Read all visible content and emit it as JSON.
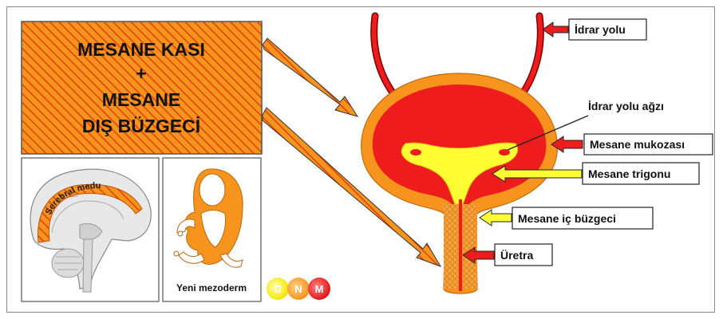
{
  "header": {
    "line1": "MESANE KASI",
    "line2": "+",
    "line3": "MESANE",
    "line4": "DIŞ BÜZGECİ"
  },
  "brain_panel": {
    "label": "Serebral medula"
  },
  "embryo_panel": {
    "label": "Yeni mezoderm"
  },
  "logo": {
    "letters": [
      "G",
      "N",
      "M"
    ]
  },
  "labels": {
    "ureter": "İdrar yolu",
    "ureter_orifice": "İdrar yolu ağzı",
    "mucosa": "Mesane mukozası",
    "trigone": "Mesane trigonu",
    "internal_sphincter": "Mesane iç büzgeci",
    "urethra": "Üretra"
  },
  "colors": {
    "orange": "#f7941d",
    "red": "#ee1c1c",
    "yellow": "#ffff33",
    "dark_red": "#c00000"
  }
}
